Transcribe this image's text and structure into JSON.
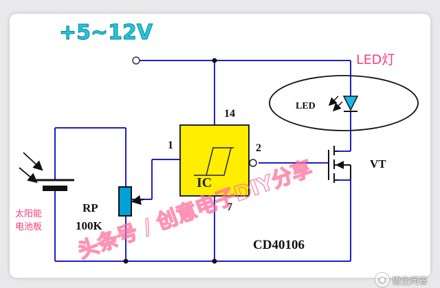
{
  "diagram": {
    "supply_label": "+5~12V",
    "led_lamp_label": "LED灯",
    "led_label": "LED",
    "solar_panel_label": [
      "太阳能",
      "电池板"
    ],
    "pot_name": "RP",
    "pot_value": "100K",
    "ic_label": "IC",
    "ic_part": "CD40106",
    "pin_1": "1",
    "pin_2": "2",
    "pin_14": "14",
    "pin_7": "7",
    "transistor_label": "VT",
    "watermark_text": "头条号 / 创意电子DIY分享"
  },
  "footer": {
    "brand": "悟空问答"
  },
  "colors": {
    "wire": "#1e1ec8",
    "ic_fill": "#ffee00",
    "pot_fill": "#00a0d8",
    "led_fill": "#19b8e8",
    "led_lamp_text": "#ff3c78",
    "solar_text": "#ff3c78",
    "supply_text": "#22c7de",
    "watermark": "#ff6f9c",
    "text_dark": "#111111"
  }
}
